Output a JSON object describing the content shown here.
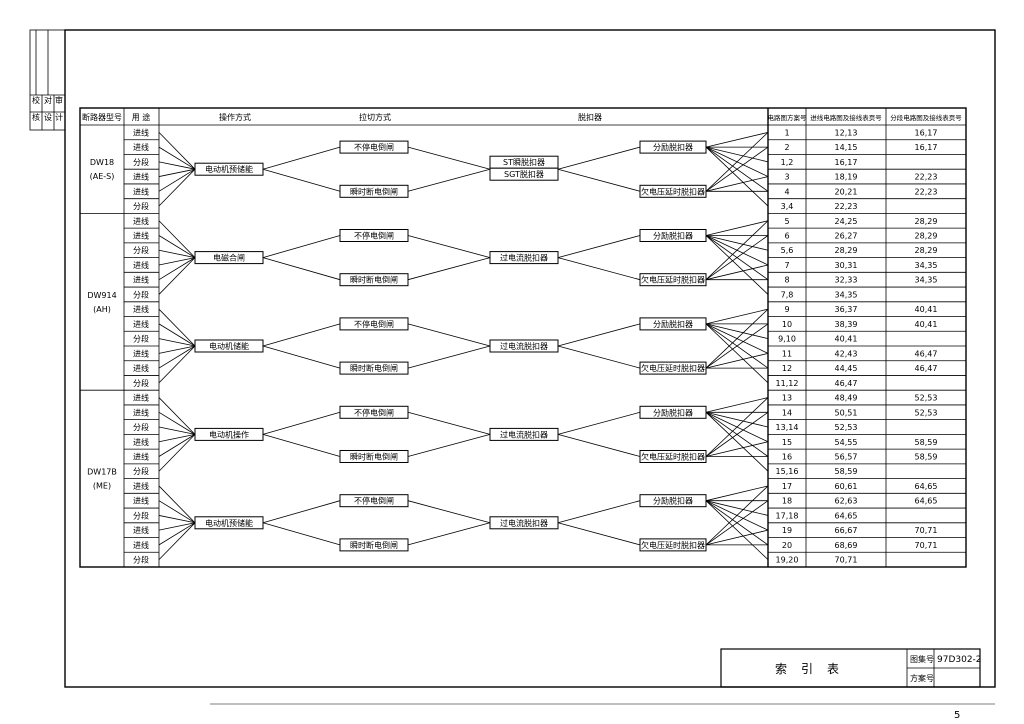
{
  "headers": {
    "breaker_model": "断路器型号",
    "usage": "用 途",
    "operation": "操作方式",
    "disconnect": "拉切方式",
    "release": "脱扣器",
    "scheme_no": "电路图方案号",
    "incoming_page": "进线电路图及接线表页号",
    "branch_page": "分段电路图及接线表页号"
  },
  "breaker_groups": [
    {
      "model": "DW18",
      "sub": "(AE-S)"
    },
    {
      "model": "DW914",
      "sub": "(AH)"
    },
    {
      "model": "DW17B",
      "sub": "(ME)"
    }
  ],
  "usage_rows": [
    "进线",
    "进线",
    "分段",
    "进线",
    "进线",
    "分段",
    "进线",
    "进线",
    "分段",
    "进线",
    "进线",
    "分段",
    "进线",
    "进线",
    "分段",
    "进线",
    "进线",
    "分段",
    "进线",
    "进线",
    "分段",
    "进线",
    "进线",
    "分段",
    "进线",
    "进线",
    "分段",
    "进线",
    "进线",
    "分段"
  ],
  "operation_labels": [
    "电动机预储能",
    "电磁合闸",
    "电动机储能",
    "电动机操作",
    "电动机预储能"
  ],
  "disconnect_labels": [
    "不停电倒闸",
    "瞬时断电倒闸",
    "不停电倒闸",
    "瞬时断电倒闸",
    "不停电倒闸",
    "瞬时断电倒闸",
    "不停电倒闸",
    "瞬时断电倒闸",
    "不停电倒闸",
    "瞬时断电倒闸"
  ],
  "release_st": [
    "ST瞬脱扣器",
    "SGT脱扣器"
  ],
  "release_labels": [
    "过电流脱扣器",
    "过电流脱扣器",
    "过电流脱扣器",
    "过电流脱扣器"
  ],
  "release_outputs": [
    "分励脱扣器",
    "欠电压延时脱扣器",
    "分励脱扣器",
    "欠电压延时脱扣器",
    "分励脱扣器",
    "欠电压延时脱扣器",
    "分励脱扣器",
    "欠电压延时脱扣器",
    "分励脱扣器",
    "欠电压延时脱扣器"
  ],
  "table_rows": [
    {
      "scheme": "1",
      "incoming": "12,13",
      "branch": "16,17"
    },
    {
      "scheme": "2",
      "incoming": "14,15",
      "branch": "16,17"
    },
    {
      "scheme": "1,2",
      "incoming": "16,17",
      "branch": ""
    },
    {
      "scheme": "3",
      "incoming": "18,19",
      "branch": "22,23"
    },
    {
      "scheme": "4",
      "incoming": "20,21",
      "branch": "22,23"
    },
    {
      "scheme": "3,4",
      "incoming": "22,23",
      "branch": ""
    },
    {
      "scheme": "5",
      "incoming": "24,25",
      "branch": "28,29"
    },
    {
      "scheme": "6",
      "incoming": "26,27",
      "branch": "28,29"
    },
    {
      "scheme": "5,6",
      "incoming": "28,29",
      "branch": "28,29"
    },
    {
      "scheme": "7",
      "incoming": "30,31",
      "branch": "34,35"
    },
    {
      "scheme": "8",
      "incoming": "32,33",
      "branch": "34,35"
    },
    {
      "scheme": "7,8",
      "incoming": "34,35",
      "branch": ""
    },
    {
      "scheme": "9",
      "incoming": "36,37",
      "branch": "40,41"
    },
    {
      "scheme": "10",
      "incoming": "38,39",
      "branch": "40,41"
    },
    {
      "scheme": "9,10",
      "incoming": "40,41",
      "branch": ""
    },
    {
      "scheme": "11",
      "incoming": "42,43",
      "branch": "46,47"
    },
    {
      "scheme": "12",
      "incoming": "44,45",
      "branch": "46,47"
    },
    {
      "scheme": "11,12",
      "incoming": "46,47",
      "branch": ""
    },
    {
      "scheme": "13",
      "incoming": "48,49",
      "branch": "52,53"
    },
    {
      "scheme": "14",
      "incoming": "50,51",
      "branch": "52,53"
    },
    {
      "scheme": "13,14",
      "incoming": "52,53",
      "branch": ""
    },
    {
      "scheme": "15",
      "incoming": "54,55",
      "branch": "58,59"
    },
    {
      "scheme": "16",
      "incoming": "56,57",
      "branch": "58,59"
    },
    {
      "scheme": "15,16",
      "incoming": "58,59",
      "branch": ""
    },
    {
      "scheme": "17",
      "incoming": "60,61",
      "branch": "64,65"
    },
    {
      "scheme": "18",
      "incoming": "62,63",
      "branch": "64,65"
    },
    {
      "scheme": "17,18",
      "incoming": "64,65",
      "branch": ""
    },
    {
      "scheme": "19",
      "incoming": "66,67",
      "branch": "70,71"
    },
    {
      "scheme": "20",
      "incoming": "68,69",
      "branch": "70,71"
    },
    {
      "scheme": "19,20",
      "incoming": "70,71",
      "branch": ""
    }
  ],
  "title_block": {
    "title": "索引表",
    "atlas_label": "图集号",
    "atlas_value": "97D302-2",
    "scheme_label": "方案号",
    "scheme_value": ""
  },
  "side_labels": [
    "校",
    "对",
    "审",
    "核",
    "设",
    "计"
  ],
  "page_number": "5"
}
